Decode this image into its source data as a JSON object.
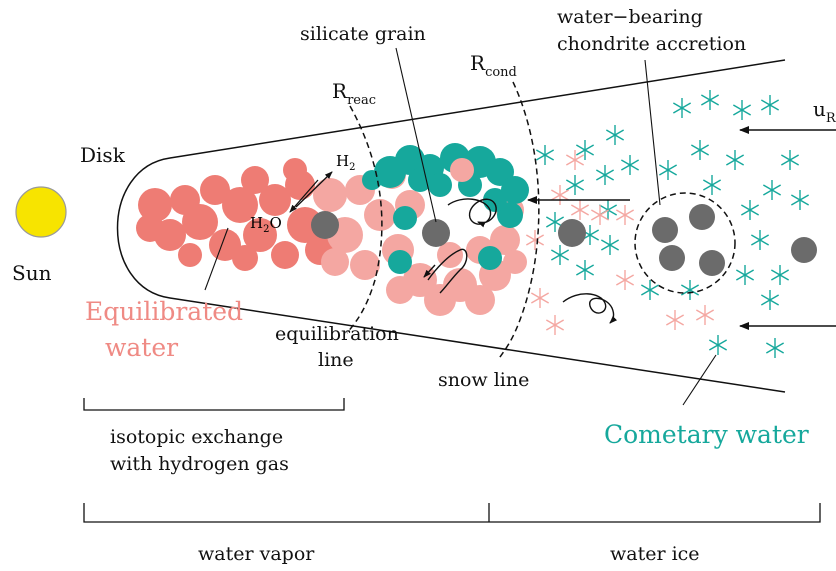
{
  "labels": {
    "sun": "Sun",
    "disk": "Disk",
    "silicate_grain": "silicate grain",
    "water_bearing_l1": "water−bearing",
    "water_bearing_l2": "chondrite accretion",
    "r_reac_main": "R",
    "r_reac_sub": "reac",
    "r_cond_main": "R",
    "r_cond_sub": "cond",
    "u_main": "u",
    "u_sub": "R",
    "h2_main": "H",
    "h2_sub": "2",
    "h2o_h": "H",
    "h2o_sub": "2",
    "h2o_o": "O",
    "equilibrated_l1": "Equilibrated",
    "equilibrated_l2": "water",
    "equilibration_l1": "equilibration",
    "equilibration_l2": "line",
    "snow_line": "snow line",
    "cometary_water": "Cometary water",
    "isotopic_l1": "isotopic exchange",
    "isotopic_l2": "with hydrogen gas",
    "water_vapor": "water vapor",
    "water_ice": "water ice"
  },
  "colors": {
    "sun": "#f7e400",
    "equilibrated_water": "#ef8a84",
    "cometary_water": "#16a89c",
    "grain": "#6b6b6b",
    "vapor_dark": "#ee7c74",
    "vapor_light": "#f4a7a2"
  }
}
